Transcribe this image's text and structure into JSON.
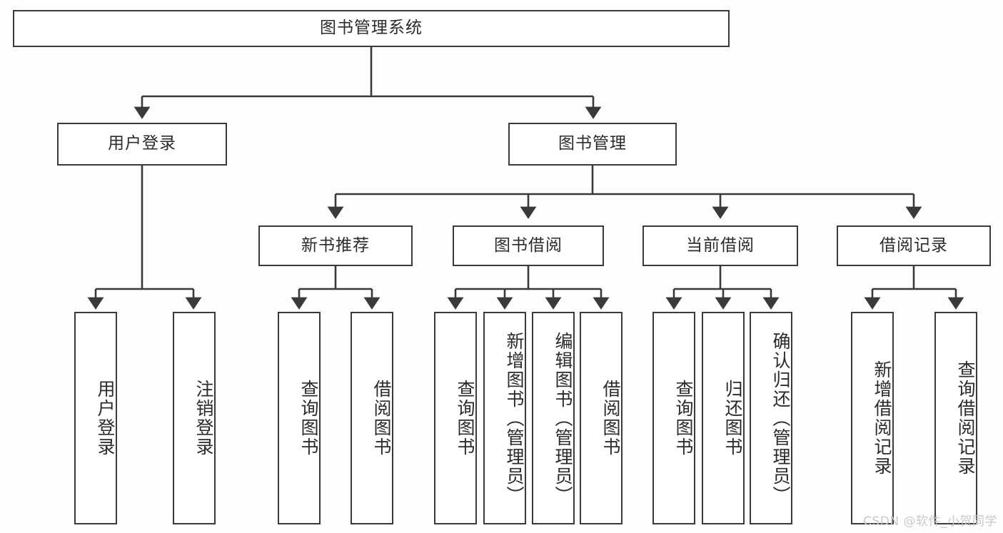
{
  "diagram": {
    "title": "图书管理系统",
    "type": "tree-hierarchy-diagram",
    "watermark": "CSDN @软件_小贺同学",
    "colors": {
      "border": "#3a3a3a",
      "node_fill": "#ffffff",
      "text": "#2b2b2b",
      "background": "#fdfdfd",
      "watermark": "#c9c9c9"
    },
    "nodes": {
      "root": {
        "label": "图书管理系统"
      },
      "level2": [
        {
          "label": "用户登录"
        },
        {
          "label": "图书管理"
        }
      ],
      "level3": [
        {
          "label": "新书推荐"
        },
        {
          "label": "图书借阅"
        },
        {
          "label": "当前借阅"
        },
        {
          "label": "借阅记录"
        }
      ],
      "leaves": {
        "user_login": [
          {
            "label": "用户登录"
          },
          {
            "label": "注销登录"
          }
        ],
        "new_book_recommend": [
          {
            "label": "查询图书"
          },
          {
            "label": "借阅图书"
          }
        ],
        "book_borrow": [
          {
            "label": "查询图书"
          },
          {
            "label": "新增图书（管理员）"
          },
          {
            "label": "编辑图书（管理员）"
          },
          {
            "label": "借阅图书"
          }
        ],
        "current_borrow": [
          {
            "label": "查询图书"
          },
          {
            "label": "归还图书"
          },
          {
            "label": "确认归还（管理员）"
          }
        ],
        "borrow_record": [
          {
            "label": "新增借阅记录"
          },
          {
            "label": "查询借阅记录"
          }
        ]
      }
    }
  }
}
